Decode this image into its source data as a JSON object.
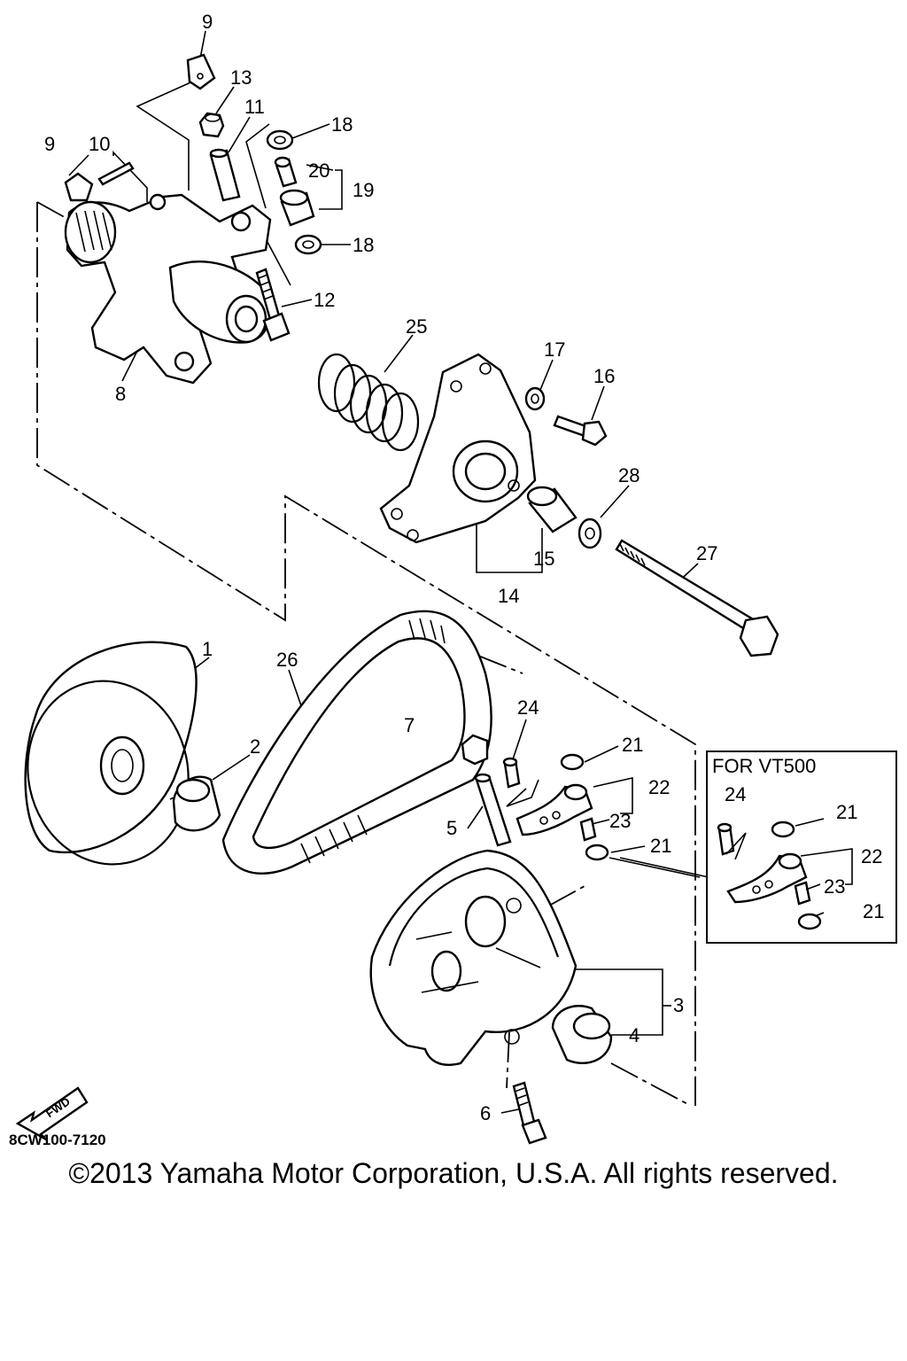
{
  "diagram": {
    "drawing_code": "8CW100-7120",
    "fwd_label": "FWD",
    "inset_title": "FOR VT500",
    "callouts": {
      "c1": "1",
      "c2": "2",
      "c3": "3",
      "c4": "4",
      "c5": "5",
      "c6": "6",
      "c7": "7",
      "c8": "8",
      "c9a": "9",
      "c9b": "9",
      "c10": "10",
      "c11": "11",
      "c12": "12",
      "c13": "13",
      "c14": "14",
      "c15": "15",
      "c16": "16",
      "c17": "17",
      "c18a": "18",
      "c18b": "18",
      "c19": "19",
      "c20": "20",
      "c21a": "21",
      "c21b": "21",
      "c22": "22",
      "c23": "23",
      "c24": "24",
      "c25": "25",
      "c26": "26",
      "c27": "27",
      "c28": "28",
      "i24": "24",
      "i21a": "21",
      "i22": "22",
      "i23": "23",
      "i21b": "21"
    }
  },
  "footer": {
    "copyright": "©2013 Yamaha Motor Corporation, U.S.A. All rights reserved."
  }
}
